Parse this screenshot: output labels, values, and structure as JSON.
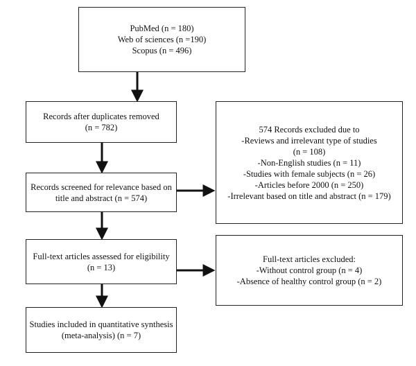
{
  "boxes": {
    "sources": {
      "lines": [
        "PubMed (n = 180)",
        "Web of sciences (n =190)",
        "Scopus (n = 496)"
      ]
    },
    "duplicates_removed": {
      "lines": [
        "Records after duplicates removed",
        "(n = 782)"
      ]
    },
    "screened": {
      "lines": [
        "Records screened for relevance based on",
        "title and abstract (n = 574)"
      ]
    },
    "excluded_screening": {
      "lines": [
        "574 Records excluded due to",
        "-Reviews and irrelevant type of studies",
        "(n = 108)",
        "-Non-English studies (n = 11)",
        "-Studies with female subjects (n = 26)",
        "-Articles before 2000 (n = 250)",
        "-Irrelevant based on title and abstract (n = 179)"
      ]
    },
    "eligibility": {
      "lines": [
        "Full-text articles assessed for eligibility",
        "(n = 13)"
      ]
    },
    "excluded_fulltext": {
      "lines": [
        "Full-text articles excluded:",
        "-Without control group (n = 4)",
        "-Absence of healthy control group (n = 2)"
      ]
    },
    "included": {
      "lines": [
        "Studies included in quantitative synthesis",
        "(meta-analysis) (n = 7)"
      ]
    }
  }
}
